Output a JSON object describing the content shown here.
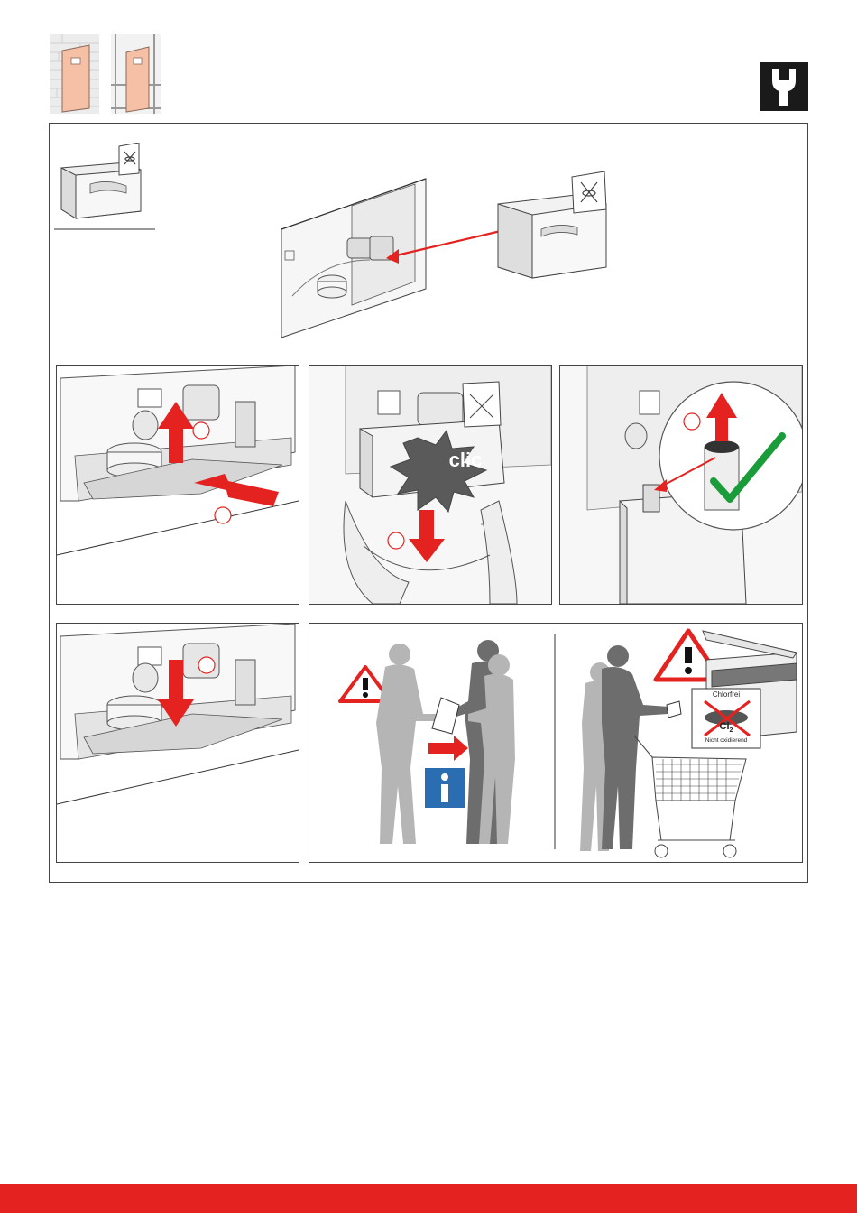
{
  "colors": {
    "accent_red": "#e42320",
    "wall_pink": "#f5c0a6",
    "brick_line": "#d9d9d9",
    "warning_red": "#e42320",
    "info_blue": "#2a6db0",
    "check_green": "#1a9c3a",
    "silhouette_light": "#b5b5b5",
    "silhouette_dark": "#6d6d6d",
    "star_gray": "#5a5a5a",
    "bottom_bar": "#e42320"
  },
  "header": {
    "icons": [
      "wall-installation-brick-icon",
      "wall-installation-drywall-icon",
      "wrench-service-icon"
    ]
  },
  "main": {
    "step2": {
      "callout": "clic"
    },
    "label_badge": {
      "line1": "Chlorfrei",
      "formula": "Cl",
      "subscript": "2",
      "line2": "Nicht oxidierend"
    },
    "step4": {
      "info_icon": "info-icon",
      "warning_icon": "warning-triangle-icon"
    }
  }
}
